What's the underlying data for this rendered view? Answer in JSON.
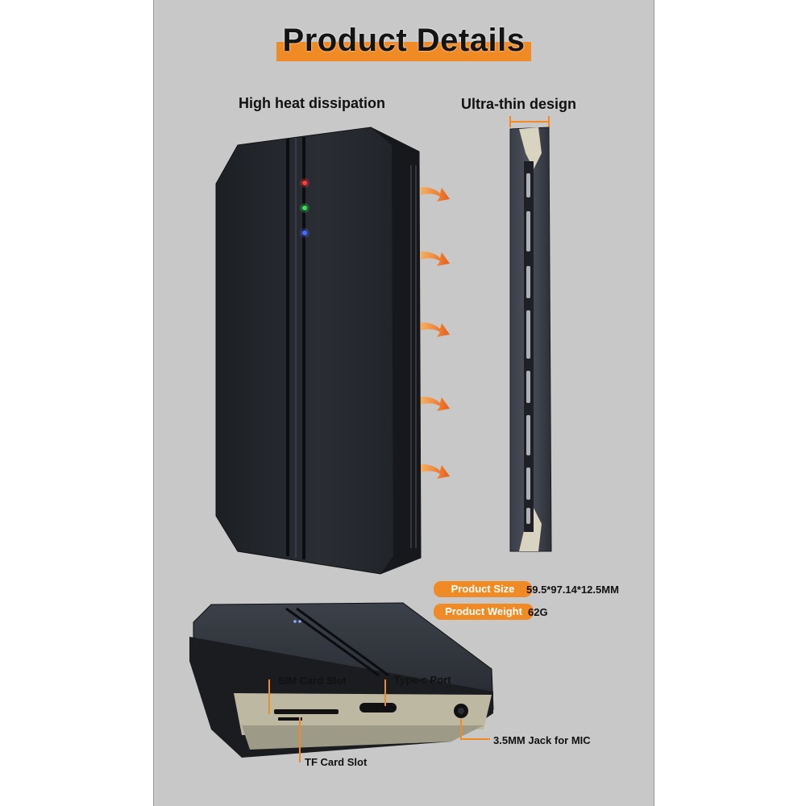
{
  "header": {
    "title": "Product Details"
  },
  "features": {
    "heat": "High heat dissipation",
    "thin": "Ultra-thin design"
  },
  "specs": {
    "size_label": "Product Size",
    "size_value": "59.5*97.14*12.5MM",
    "weight_label": "Product Weight",
    "weight_value": "62G"
  },
  "callouts": {
    "sim": "SIM Card Slot",
    "typec": "Type-c Port",
    "jack": "3.5MM Jack for MIC",
    "tf": "TF Card Slot"
  },
  "colors": {
    "accent": "#f08a24",
    "panel": "#c8c8c8",
    "device": "#22252a",
    "led_red": "#ff3b3b",
    "led_green": "#38e05a",
    "led_blue": "#4a6bff"
  },
  "leds": [
    "red",
    "green",
    "blue"
  ],
  "heat_arrows": 5
}
